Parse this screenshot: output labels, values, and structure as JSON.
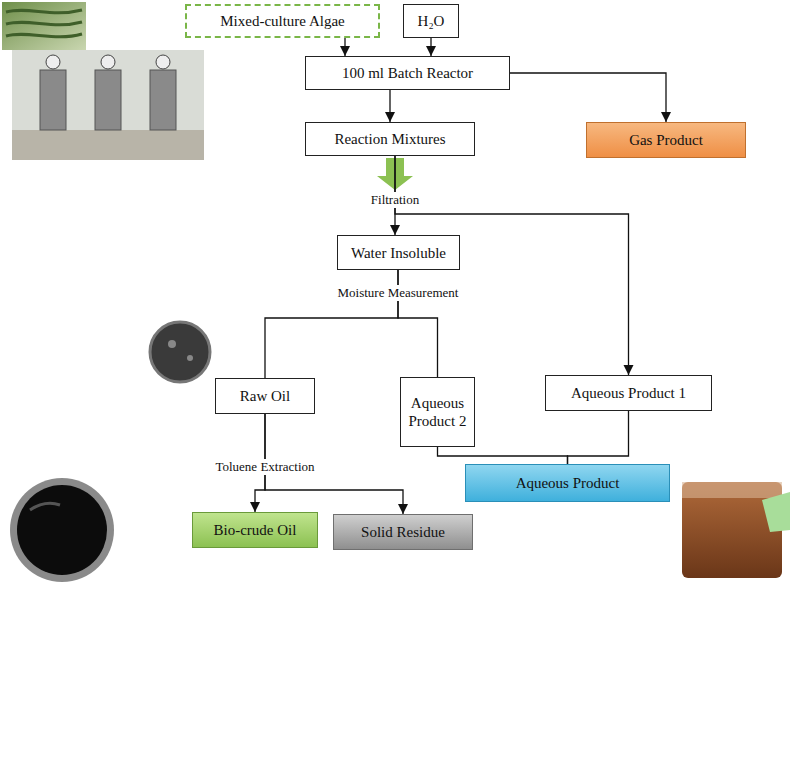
{
  "diagram": {
    "nodes": [
      {
        "text": [
          "Mixed-culture Algae"
        ]
      },
      {
        "text": [
          "H₂O"
        ]
      },
      {
        "text": [
          "100 ml Batch Reactor"
        ]
      },
      {
        "text": [
          "Gas Product"
        ]
      },
      {
        "text": [
          "Reaction Mixtures"
        ]
      },
      {
        "text": [
          "Water Insoluble"
        ]
      },
      {
        "text": [
          "Raw Oil"
        ]
      },
      {
        "text": [
          "Aqueous Product 2"
        ]
      },
      {
        "text": [
          "Aqueous Product 1"
        ]
      },
      {
        "text": [
          "Aqueous Product"
        ]
      },
      {
        "text": [
          "Bio-crude Oil"
        ]
      },
      {
        "text": [
          "Solid Residue"
        ]
      }
    ],
    "edges": [
      {
        "from": 0,
        "to": 2,
        "arrow": "to"
      },
      {
        "from": 1,
        "to": 2,
        "arrow": "to"
      },
      {
        "from": 2,
        "to": 3,
        "arrow": "to"
      },
      {
        "from": 2,
        "to": 4,
        "arrow": "to"
      },
      {
        "from": 4,
        "to": 5,
        "arrow": "to"
      },
      {
        "from": 4,
        "to": 8,
        "arrow": "to"
      },
      {
        "from": 5,
        "to": 6,
        "arrow": "none"
      },
      {
        "from": 5,
        "to": 7,
        "arrow": "none"
      },
      {
        "from": 6,
        "to": 10,
        "arrow": "to"
      },
      {
        "from": 6,
        "to": 11,
        "arrow": "to"
      },
      {
        "from": 7,
        "to": 9,
        "arrow": "none"
      },
      {
        "from": 8,
        "to": 9,
        "arrow": "none"
      }
    ],
    "labels": [
      "Filtration",
      "Moisture Measurement",
      "Toluene Extraction"
    ]
  }
}
